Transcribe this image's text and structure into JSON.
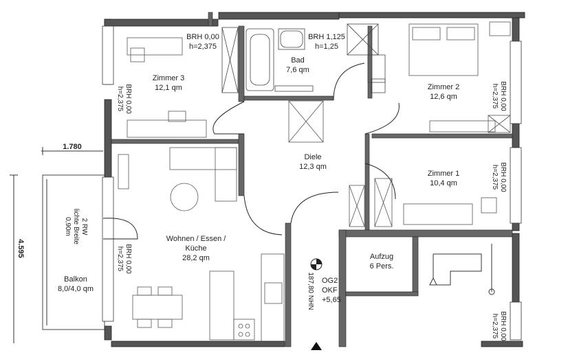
{
  "rooms": {
    "zimmer3": {
      "name": "Zimmer 3",
      "area": "12,1 qm"
    },
    "bad": {
      "name": "Bad",
      "area": "7,6 qm"
    },
    "zimmer2": {
      "name": "Zimmer 2",
      "area": "12,6 qm"
    },
    "diele": {
      "name": "Diele",
      "area": "12,3 qm"
    },
    "zimmer1": {
      "name": "Zimmer 1",
      "area": "10,4 qm"
    },
    "wohnen": {
      "name": "Wohnen / Essen /",
      "name2": "Küche",
      "area": "28,2 qm"
    },
    "aufzug": {
      "name": "Aufzug",
      "capacity": "6 Pers."
    },
    "balkon": {
      "name": "Balkon",
      "area": "8,0/4,0 qm"
    }
  },
  "brh": {
    "top_left": {
      "brh": "BRH 0,00",
      "h": "h=2,375"
    },
    "top_bad": {
      "brh": "BRH 1,125",
      "h": "h=1,25"
    },
    "left_zimmer3": {
      "brh": "BRH 0,00",
      "h": "h=2,375"
    },
    "right_zimmer2": {
      "brh": "BRH 0,00",
      "h": "h=2,375"
    },
    "right_zimmer1": {
      "brh": "BRH 0,00",
      "h": "h=2,375"
    },
    "left_wohnen": {
      "brh": "BRH 0,00",
      "h": "h=2,375"
    },
    "right_bottom": {
      "brh": "BRH 0,00",
      "h": "h=2,375"
    }
  },
  "rw": {
    "line1": "2 RW",
    "line2": "lichte Breite",
    "line3": "0,90m"
  },
  "level": {
    "name": "OG2",
    "okf": "OKF",
    "value": "+5,65",
    "nhn": "187,80 NHN"
  },
  "dimensions": {
    "horizontal": "1.780",
    "vertical": "4.595"
  }
}
